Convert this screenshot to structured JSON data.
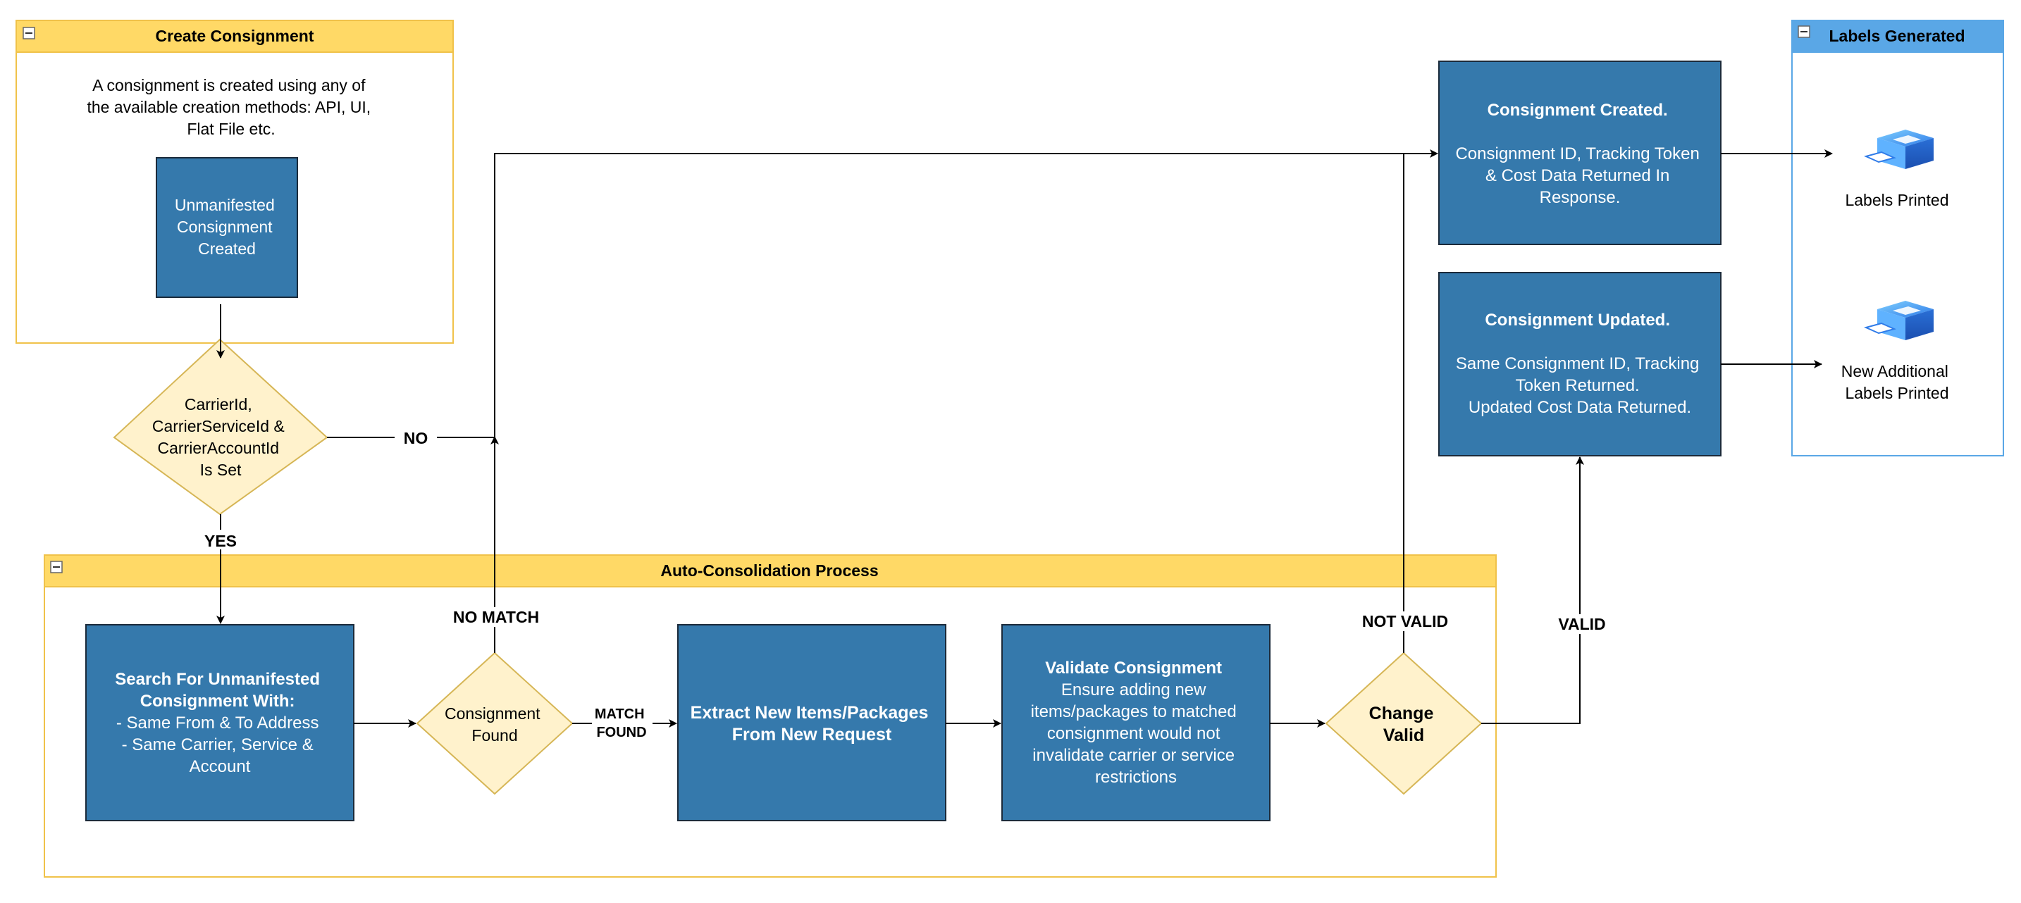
{
  "colors": {
    "blue_box": "#3579ac",
    "blue_border": "#1b2a3a",
    "yellow_header": "#ffd966",
    "yellow_border": "#f0c24a",
    "diamond_fill": "#fff2cc",
    "diamond_border": "#d6b656",
    "labels_header": "#5aa7e6",
    "labels_border": "#5aa7e6"
  },
  "groups": {
    "create": {
      "title": "Create Consignment",
      "description": [
        "A consignment is created using any of",
        "the available creation methods: API, UI,",
        "Flat File etc."
      ]
    },
    "auto": {
      "title": "Auto-Consolidation Process"
    },
    "labels": {
      "title": "Labels Generated"
    }
  },
  "nodes": {
    "unmanifested": [
      "Unmanifested",
      "Consignment",
      "Created"
    ],
    "carrier_check": [
      "CarrierId,",
      "CarrierServiceId &",
      "CarrierAccountId",
      "Is Set"
    ],
    "search": {
      "bold": [
        "Search For Unmanifested",
        "Consignment With:"
      ],
      "normal": [
        "- Same From & To Address",
        "- Same Carrier, Service &",
        "Account"
      ]
    },
    "found": [
      "Consignment",
      "Found"
    ],
    "extract": [
      "Extract New Items/Packages",
      "From New Request"
    ],
    "validate": {
      "bold": [
        "Validate Consignment"
      ],
      "normal": [
        "Ensure adding new",
        "items/packages to matched",
        "consignment would not",
        "invalidate carrier or service",
        "restrictions"
      ]
    },
    "change_valid": [
      "Change",
      "Valid"
    ],
    "created": {
      "bold": [
        "Consignment Created."
      ],
      "normal": [
        "Consignment ID, Tracking Token",
        "& Cost Data Returned In",
        "Response."
      ]
    },
    "updated": {
      "bold": [
        "Consignment Updated."
      ],
      "normal": [
        "Same Consignment ID, Tracking",
        "Token Returned.",
        "Updated Cost Data Returned."
      ]
    },
    "labels_printed": "Labels Printed",
    "new_labels": [
      "New Additional",
      "Labels Printed"
    ]
  },
  "edges": {
    "no": "NO",
    "yes": "YES",
    "no_match": "NO MATCH",
    "match_found": [
      "MATCH",
      "FOUND"
    ],
    "not_valid": "NOT VALID",
    "valid": "VALID"
  },
  "icons": {
    "collapse": "minus-square-icon",
    "printer": "printer-icon"
  }
}
